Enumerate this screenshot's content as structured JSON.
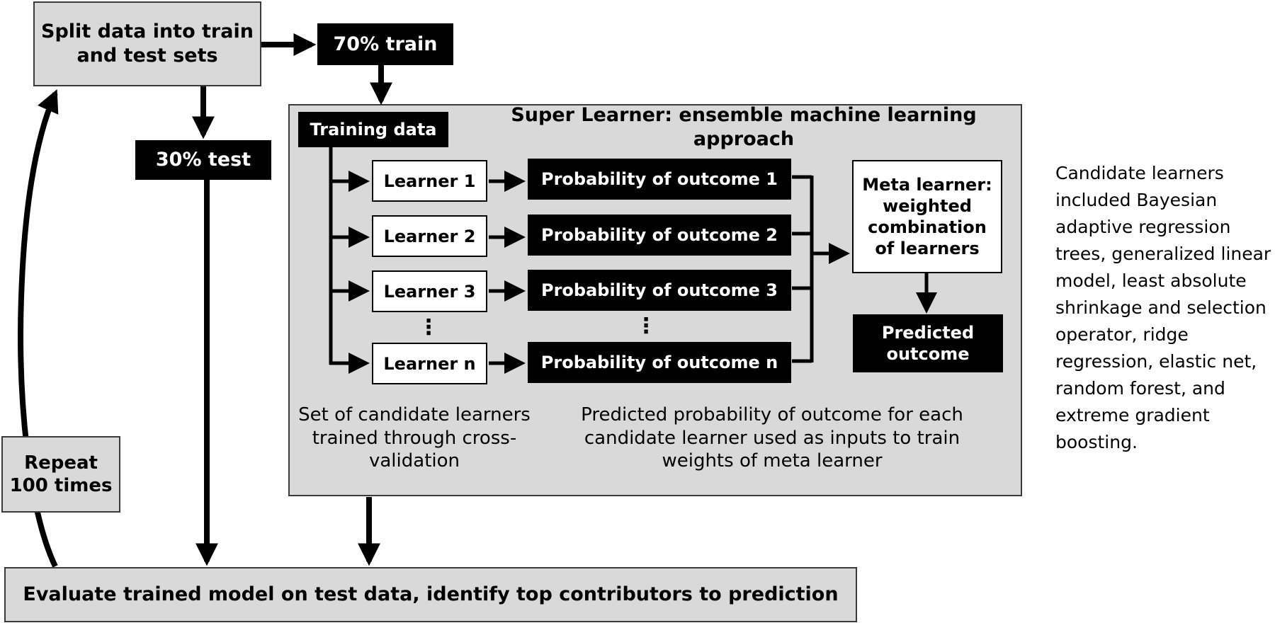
{
  "split": {
    "label": "Split data into train and test sets"
  },
  "train": {
    "label": "70% train"
  },
  "test": {
    "label": "30% test"
  },
  "repeat": {
    "label": "Repeat 100 times"
  },
  "super_learner": {
    "title": "Super Learner: ensemble machine learning approach",
    "training_data": "Training data",
    "learners": [
      "Learner 1",
      "Learner 2",
      "Learner 3",
      "Learner n"
    ],
    "probabilities": [
      "Probability of outcome 1",
      "Probability of outcome 2",
      "Probability of outcome 3",
      "Probability of outcome n"
    ],
    "ellipsis": "⋮",
    "meta_learner": "Meta learner: weighted combination of learners",
    "predicted_outcome": "Predicted outcome",
    "caption_learners": "Set of candidate learners trained through cross-validation",
    "caption_probabilities": "Predicted probability of outcome for each candidate learner used as inputs to train weights of meta learner"
  },
  "evaluate": {
    "label": "Evaluate trained model on test data, identify top contributors to prediction"
  },
  "side_note": "Candidate learners included Bayesian adaptive regression trees, generalized linear model, least absolute shrinkage and selection operator, ridge regression, elastic net, random forest, and extreme gradient boosting.",
  "colors": {
    "box_gray": "#d9d9d9",
    "box_black": "#000000",
    "arrow": "#000000"
  }
}
